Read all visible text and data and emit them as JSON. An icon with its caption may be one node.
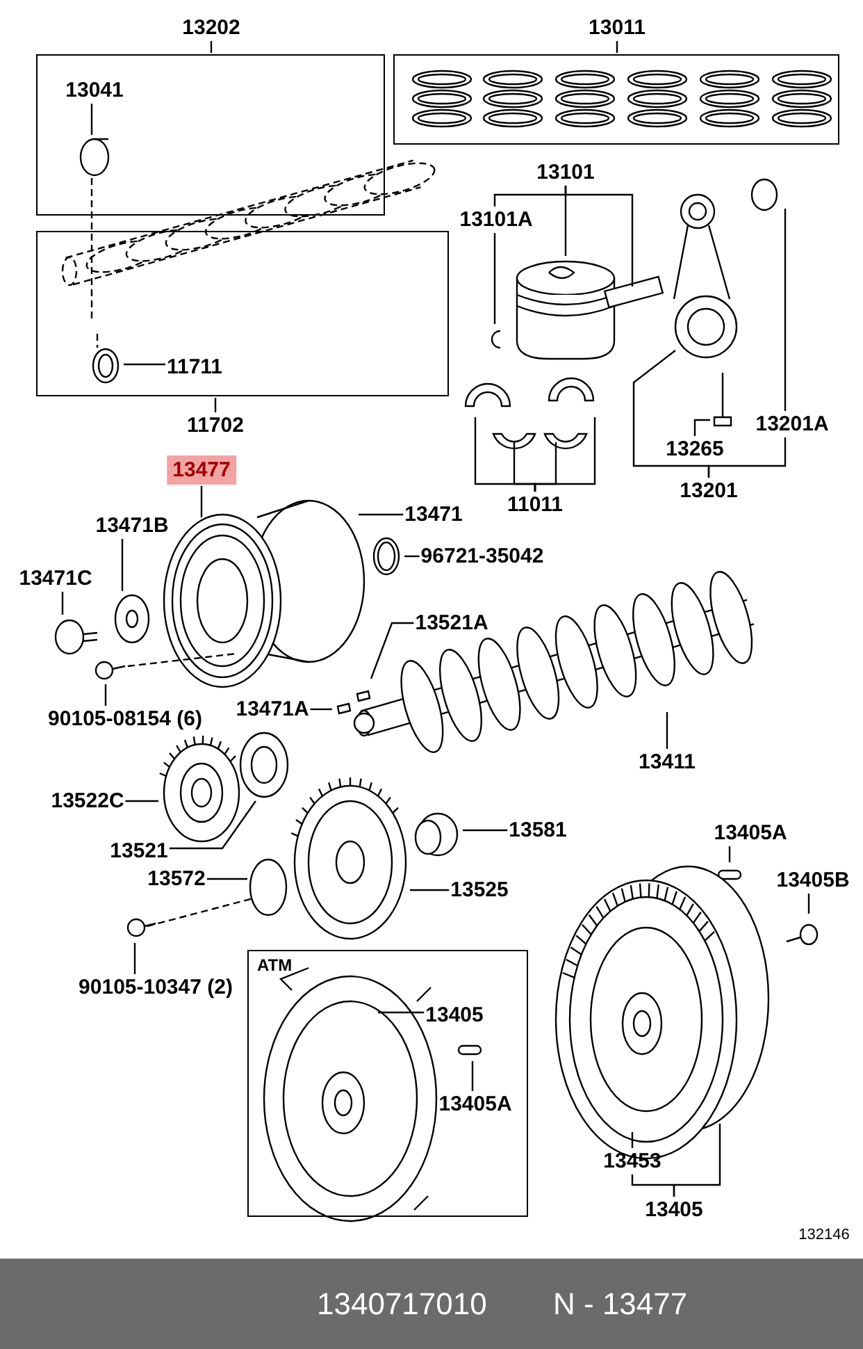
{
  "diagram": {
    "nodes": [
      {
        "text": [
          "13202"
        ]
      },
      {
        "text": [],
        "shape": "box"
      },
      {
        "text": [
          "13041"
        ],
        "in": 1
      },
      {
        "text": [
          "13011"
        ]
      },
      {
        "text": [],
        "shape": "box"
      },
      {
        "text": [
          "13101"
        ]
      },
      {
        "text": [
          "13101A"
        ]
      },
      {
        "text": [],
        "shape": "box"
      },
      {
        "text": [
          "11711"
        ],
        "in": 7
      },
      {
        "text": [
          "11702"
        ]
      },
      {
        "text": [
          "11011"
        ]
      },
      {
        "text": [
          "13265"
        ]
      },
      {
        "text": [
          "13201A"
        ]
      },
      {
        "text": [
          "13201"
        ]
      },
      {
        "text": [
          "13477"
        ]
      },
      {
        "text": [
          "13471"
        ]
      },
      {
        "text": [
          "13471B"
        ]
      },
      {
        "text": [
          "13471C"
        ]
      },
      {
        "text": [
          "96721-35042"
        ]
      },
      {
        "text": [
          "13521A"
        ]
      },
      {
        "text": [
          "90105-08154 (6)"
        ]
      },
      {
        "text": [
          "13471A"
        ]
      },
      {
        "text": [
          "13411"
        ]
      },
      {
        "text": [
          "13522C"
        ]
      },
      {
        "text": [
          "13521"
        ]
      },
      {
        "text": [
          "13581"
        ]
      },
      {
        "text": [
          "13405A"
        ]
      },
      {
        "text": [
          "13572"
        ]
      },
      {
        "text": [
          "13525"
        ]
      },
      {
        "text": [
          "13405B"
        ]
      },
      {
        "text": [
          "ATM"
        ]
      },
      {
        "text": [
          "13405"
        ],
        "in": 30
      },
      {
        "text": [
          "13405A"
        ],
        "in": 30
      },
      {
        "text": [
          "90105-10347 (2)"
        ]
      },
      {
        "text": [
          "13453"
        ]
      },
      {
        "text": [
          "13405"
        ]
      }
    ],
    "edges": [
      {
        "from": 0,
        "to": 1,
        "arrow": "none"
      },
      {
        "from": 2,
        "to": null,
        "arrow": "none"
      },
      {
        "from": 3,
        "to": 4,
        "arrow": "none"
      },
      {
        "from": 5,
        "to": null,
        "arrow": "none"
      },
      {
        "from": 5,
        "to": null,
        "arrow": "none"
      },
      {
        "from": 5,
        "to": 6,
        "arrow": "none"
      },
      {
        "from": 6,
        "to": null,
        "arrow": "none"
      },
      {
        "from": 8,
        "to": null,
        "arrow": "none"
      },
      {
        "from": 9,
        "to": 7,
        "arrow": "none"
      },
      {
        "from": 10,
        "to": null,
        "arrow": "none"
      },
      {
        "from": 10,
        "to": null,
        "arrow": "none"
      },
      {
        "from": 10,
        "to": null,
        "arrow": "none"
      },
      {
        "from": 10,
        "to": null,
        "arrow": "none"
      },
      {
        "from": 11,
        "to": null,
        "arrow": "none"
      },
      {
        "from": 12,
        "to": null,
        "arrow": "none"
      },
      {
        "from": 13,
        "to": null,
        "arrow": "none"
      },
      {
        "from": 13,
        "to": 12,
        "arrow": "none"
      },
      {
        "from": 14,
        "to": null,
        "arrow": "none"
      },
      {
        "from": 15,
        "to": null,
        "arrow": "none"
      },
      {
        "from": 16,
        "to": null,
        "arrow": "none"
      },
      {
        "from": 17,
        "to": null,
        "arrow": "none"
      },
      {
        "from": 18,
        "to": null,
        "arrow": "none"
      },
      {
        "from": 19,
        "to": null,
        "arrow": "none"
      },
      {
        "from": 20,
        "to": null,
        "arrow": "none"
      },
      {
        "from": 21,
        "to": null,
        "arrow": "none"
      },
      {
        "from": 22,
        "to": null,
        "arrow": "none"
      },
      {
        "from": 23,
        "to": null,
        "arrow": "none"
      },
      {
        "from": 24,
        "to": null,
        "arrow": "none"
      },
      {
        "from": 25,
        "to": null,
        "arrow": "none"
      },
      {
        "from": 26,
        "to": null,
        "arrow": "none"
      },
      {
        "from": 27,
        "to": null,
        "arrow": "none"
      },
      {
        "from": 28,
        "to": null,
        "arrow": "none"
      },
      {
        "from": 29,
        "to": null,
        "arrow": "none"
      },
      {
        "from": 31,
        "to": null,
        "arrow": "none"
      },
      {
        "from": 32,
        "to": null,
        "arrow": "none"
      },
      {
        "from": 33,
        "to": null,
        "arrow": "none"
      },
      {
        "from": 34,
        "to": null,
        "arrow": "none"
      },
      {
        "from": 35,
        "to": 34,
        "arrow": "none"
      },
      {
        "from": 35,
        "to": null,
        "arrow": "none"
      }
    ],
    "labels": [
      "132146",
      "1340717010",
      "N - 13477"
    ]
  }
}
